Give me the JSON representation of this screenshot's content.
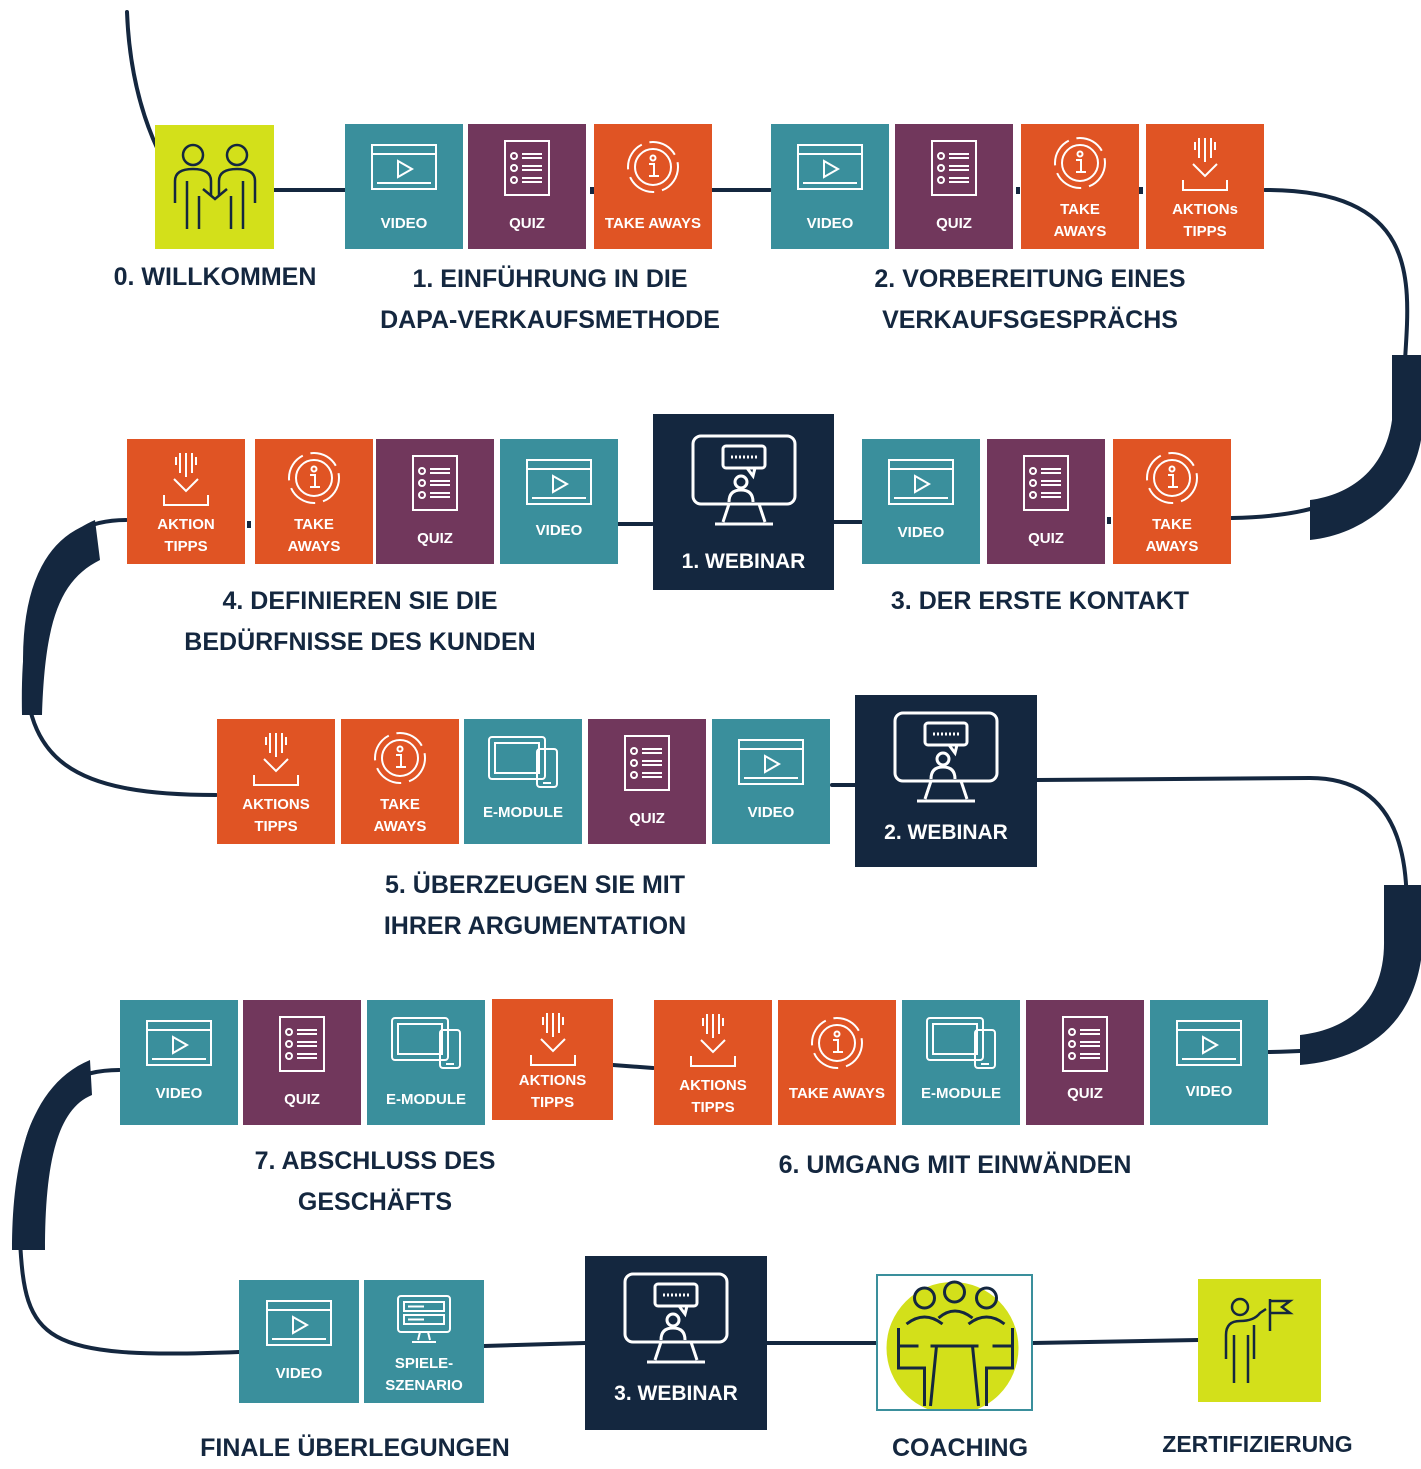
{
  "colors": {
    "video": "#3a8f9c",
    "quiz": "#71375c",
    "orange": "#e05424",
    "webinar": "#14273f",
    "lime": "#d3e01a",
    "path": "#14273f"
  },
  "labels": {
    "video": "VIDEO",
    "quiz": "QUIZ",
    "take_aways": "TAKE AWAYS",
    "take_aways_2line": "TAKE\nAWAYS",
    "aktions_tipps_a": "AKTIONs\nTIPPS",
    "aktion_tipps": "AKTION\nTIPPS",
    "aktions_tipps": "AKTIONS\nTIPPS",
    "e_module": "E-MODULE",
    "spiele_szenario": "SPIELE-\nSZENARIO"
  },
  "modules": {
    "m0": "0. WILLKOMMEN",
    "m1": "1. EINFÜHRUNG IN DIE\nDAPA-VERKAUFSMETHODE",
    "m2": "2. VORBEREITUNG EINES\nVERKAUFSGESPRÄCHS",
    "m3": "3. DER ERSTE KONTAKT",
    "m4": "4. DEFINIEREN SIE DIE\nBEDÜRFNISSE DES KUNDEN",
    "m5": "5. ÜBERZEUGEN SIE MIT\nIHRER ARGUMENTATION",
    "m6": "6. UMGANG MIT EINWÄNDEN",
    "m7": "7. ABSCHLUSS DES\nGESCHÄFTS",
    "final": "FINALE ÜBERLEGUNGEN",
    "coaching": "COACHING",
    "cert": "ZERTIFIZIERUNG"
  },
  "webinars": {
    "w1": "1. WEBINAR",
    "w2": "2. WEBINAR",
    "w3": "3. WEBINAR"
  }
}
